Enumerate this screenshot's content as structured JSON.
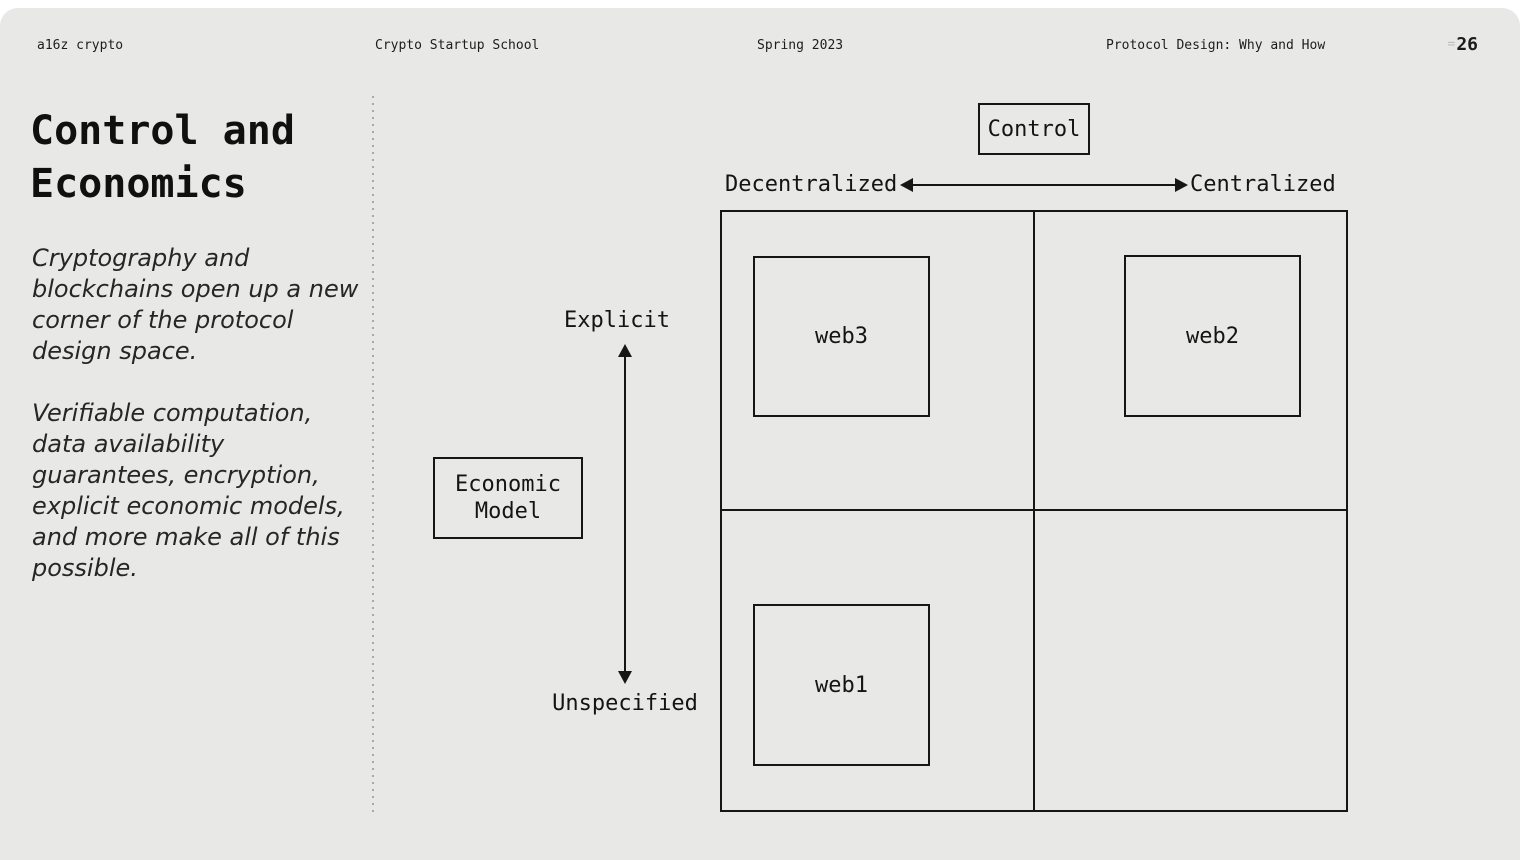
{
  "header": {
    "brand": "a16z crypto",
    "course": "Crypto Startup School",
    "term": "Spring 2023",
    "lecture": "Protocol Design: Why and How",
    "page_prefix": "=",
    "page_number": "26"
  },
  "left_column": {
    "title_line1": "Control and",
    "title_line2": "Economics",
    "paragraph1": "Cryptography and blockchains open up a new corner of the protocol design space.",
    "paragraph2": "Verifiable computation, data availability guarantees, encryption, explicit economic models, and more make all of this possible."
  },
  "diagram": {
    "x_axis": {
      "title": "Control",
      "left_label": "Decentralized",
      "right_label": "Centralized"
    },
    "y_axis": {
      "title_line1": "Economic",
      "title_line2": "Model",
      "top_label": "Explicit",
      "bottom_label": "Unspecified"
    },
    "items": [
      {
        "label": "web3",
        "quadrant": "decentralized-explicit"
      },
      {
        "label": "web2",
        "quadrant": "centralized-explicit"
      },
      {
        "label": "web1",
        "quadrant": "decentralized-unspecified"
      }
    ]
  },
  "colors": {
    "slide_background": "#e8e9e6",
    "ink": "#161616",
    "page_background": "#ffffff",
    "dotted_divider": "#a6a9a4"
  }
}
